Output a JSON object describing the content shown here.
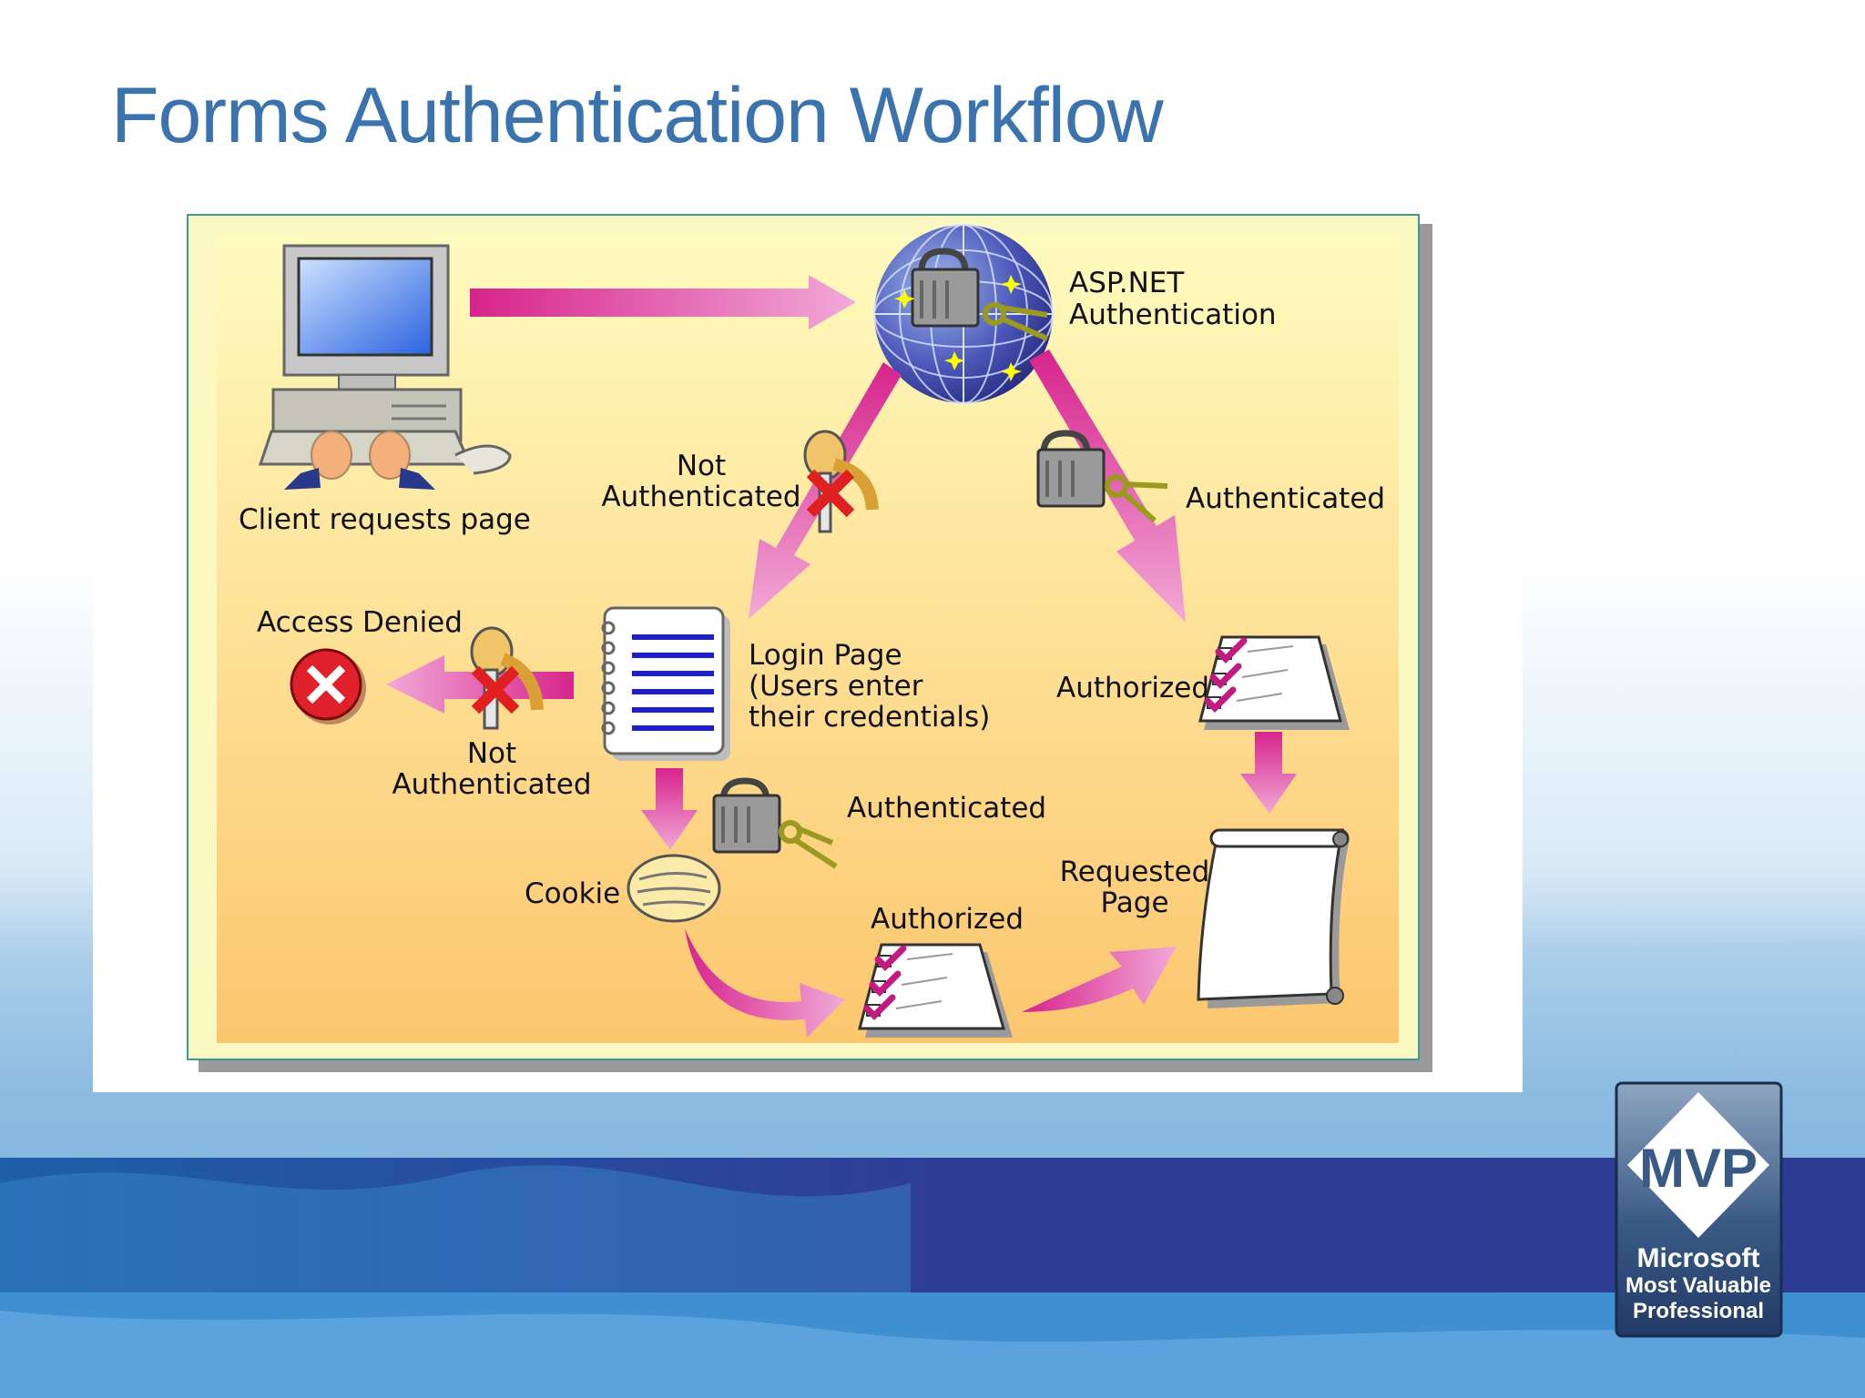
{
  "slide": {
    "title": "Forms Authentication Workflow"
  },
  "diagram": {
    "asp_net_line1": "ASP.NET",
    "asp_net_line2": "Authentication",
    "client_label": "Client requests page",
    "not_auth_top_line1": "Not",
    "not_auth_top_line2": "Authenticated",
    "authenticated_right": "Authenticated",
    "access_denied": "Access Denied",
    "login_line1": "Login Page",
    "login_line2": "(Users enter",
    "login_line3": "their credentials)",
    "not_auth_left_line1": "Not",
    "not_auth_left_line2": "Authenticated",
    "authorized_right": "Authorized",
    "authenticated_mid": "Authenticated",
    "cookie": "Cookie",
    "authorized_bottom": "Authorized",
    "requested_line1": "Requested",
    "requested_line2": "Page"
  },
  "badge": {
    "mvp": "MVP",
    "microsoft": "Microsoft",
    "line2": "Most Valuable",
    "line3": "Professional"
  },
  "colors": {
    "title": "#3B73AF",
    "arrow_magenta": "#D6248C",
    "arrow_light": "#F0A6D6",
    "panel_top": "#FFFAB8",
    "panel_bottom": "#FCC770",
    "band_blue": "#2E3C96"
  }
}
